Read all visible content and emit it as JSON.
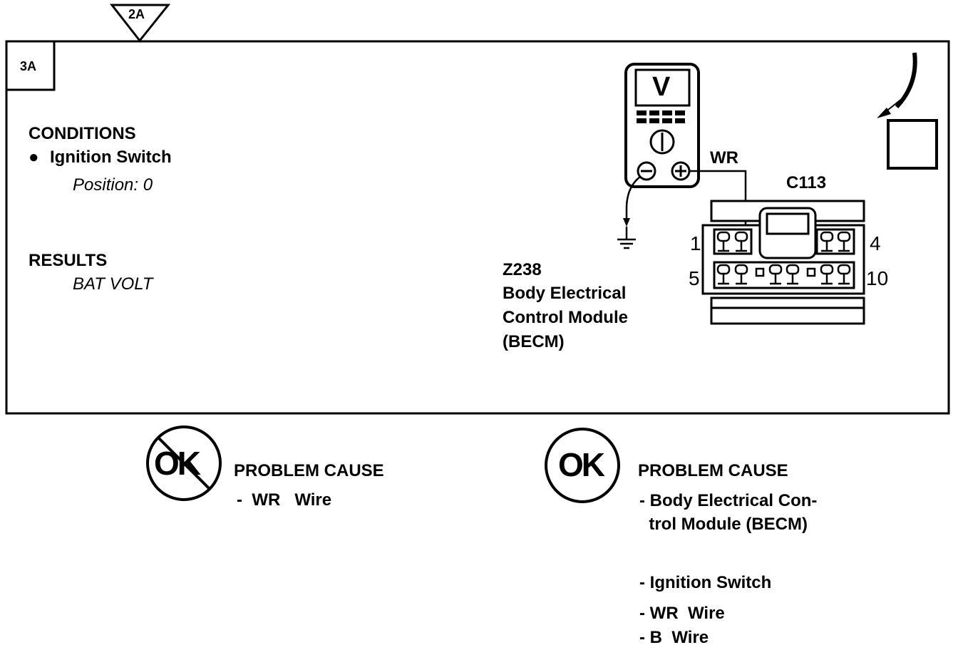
{
  "step_badges": {
    "previous": "2A",
    "current": "3A"
  },
  "conditions": {
    "heading": "CONDITIONS",
    "bullet": "●",
    "item": "Ignition Switch",
    "detail": "Position: 0"
  },
  "results": {
    "heading": "RESULTS",
    "value": "BAT VOLT"
  },
  "meter": {
    "display": "V",
    "probe_wire": "WR"
  },
  "connector": {
    "id": "C113",
    "pin_top_left": "1",
    "pin_top_right": "4",
    "pin_bottom_left": "5",
    "pin_bottom_right": "10"
  },
  "module": {
    "code": "Z238",
    "name_line1": "Body Electrical",
    "name_line2": "Control Module",
    "name_line3": "(BECM)"
  },
  "not_ok": {
    "symbol": "OK",
    "heading": "PROBLEM CAUSE",
    "items": [
      "-  WR   Wire"
    ]
  },
  "ok": {
    "symbol": "OK",
    "heading": "PROBLEM CAUSE",
    "items": [
      "- Body Electrical Con-",
      "  trol Module (BECM)",
      "- Ignition Switch",
      "- WR  Wire",
      "- B  Wire"
    ]
  },
  "colors": {
    "ink": "#000000",
    "paper": "#ffffff"
  }
}
